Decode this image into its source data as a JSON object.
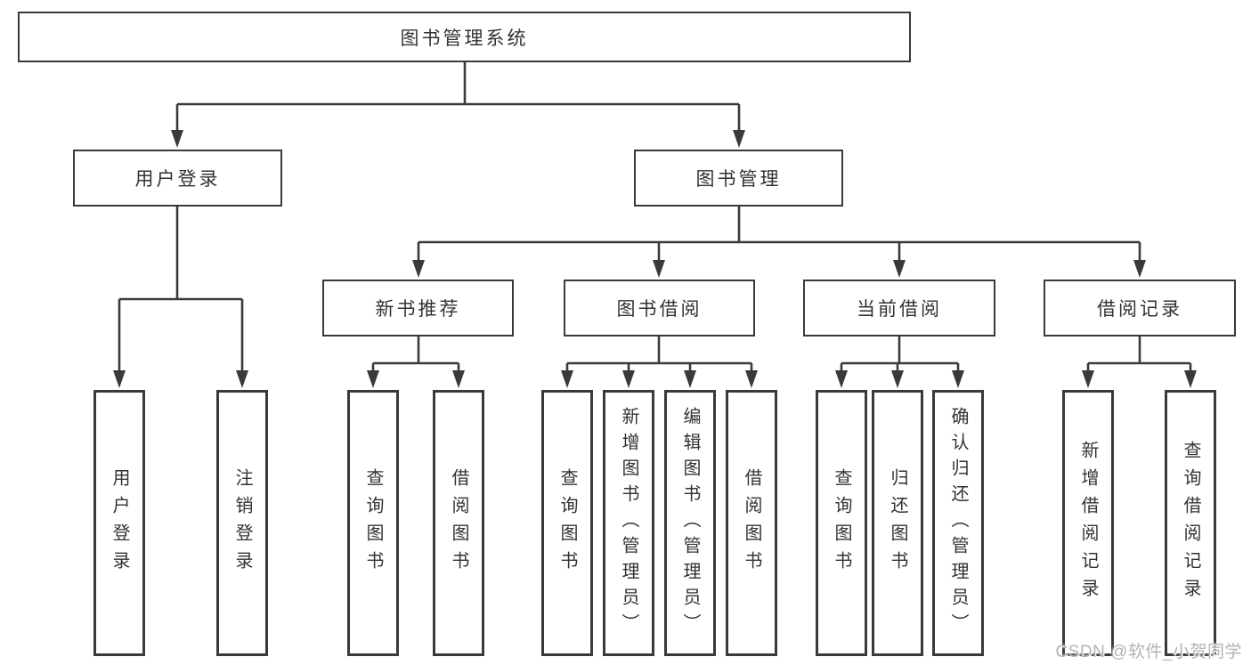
{
  "diagram": {
    "type": "hierarchy-tree",
    "root": {
      "label": "图书管理系统",
      "children": [
        {
          "label": "用户登录",
          "children": [
            {
              "label": "用户登录"
            },
            {
              "label": "注销登录"
            }
          ]
        },
        {
          "label": "图书管理",
          "children": [
            {
              "label": "新书推荐",
              "children": [
                {
                  "label": "查询图书"
                },
                {
                  "label": "借阅图书"
                }
              ]
            },
            {
              "label": "图书借阅",
              "children": [
                {
                  "label": "查询图书"
                },
                {
                  "label": "新增图书（管理员）"
                },
                {
                  "label": "编辑图书（管理员）"
                },
                {
                  "label": "借阅图书"
                }
              ]
            },
            {
              "label": "当前借阅",
              "children": [
                {
                  "label": "查询图书"
                },
                {
                  "label": "归还图书"
                },
                {
                  "label": "确认归还（管理员）"
                }
              ]
            },
            {
              "label": "借阅记录",
              "children": [
                {
                  "label": "新增借阅记录"
                },
                {
                  "label": "查询借阅记录"
                }
              ]
            }
          ]
        }
      ]
    },
    "colors": {
      "line": "#3a3a3a",
      "text": "#333333",
      "watermark": "#b3b3b3",
      "background": "#ffffff"
    }
  },
  "watermark": {
    "text": "CSDN @软件_小贺同学"
  }
}
